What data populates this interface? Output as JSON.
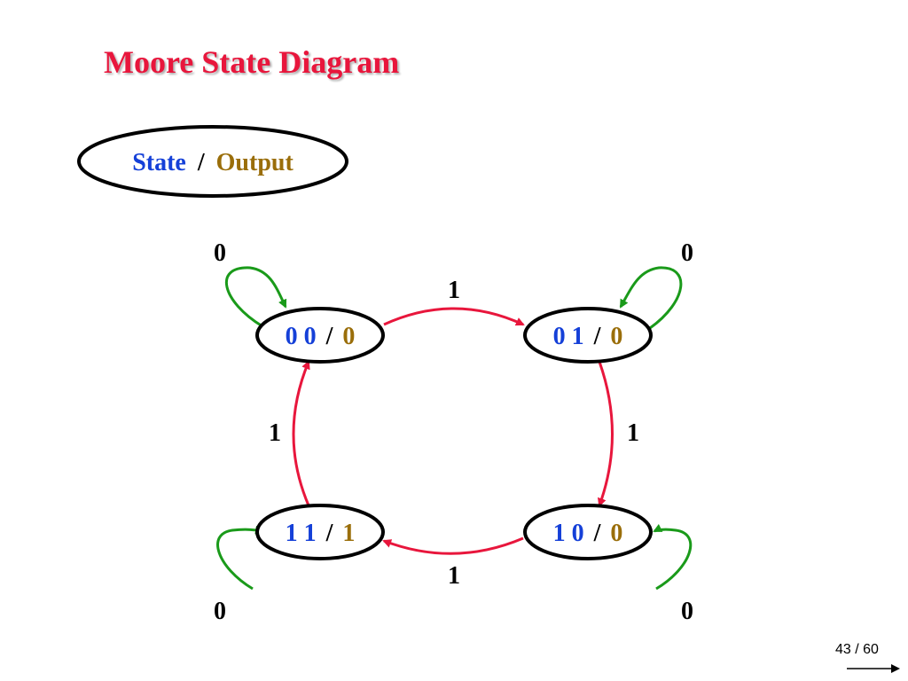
{
  "title": "Moore State Diagram",
  "legend": {
    "state": "State",
    "sep": "/",
    "output": "Output"
  },
  "states": [
    {
      "id": "s00",
      "state": "0 0",
      "output": "0"
    },
    {
      "id": "s01",
      "state": "0 1",
      "output": "0"
    },
    {
      "id": "s10",
      "state": "1 0",
      "output": "0"
    },
    {
      "id": "s11",
      "state": "1 1",
      "output": "1"
    }
  ],
  "transitions": [
    {
      "from": "0 0",
      "to": "0 1",
      "input": "1"
    },
    {
      "from": "0 1",
      "to": "1 0",
      "input": "1"
    },
    {
      "from": "1 0",
      "to": "1 1",
      "input": "1"
    },
    {
      "from": "1 1",
      "to": "0 0",
      "input": "1"
    },
    {
      "from": "0 0",
      "to": "0 0",
      "input": "0"
    },
    {
      "from": "0 1",
      "to": "0 1",
      "input": "0"
    },
    {
      "from": "1 0",
      "to": "1 0",
      "input": "0"
    },
    {
      "from": "1 1",
      "to": "1 1",
      "input": "0"
    }
  ],
  "colors": {
    "title": "#e8163c",
    "state": "#1540d8",
    "output": "#9a6e0a",
    "transition_one": "#e8163c",
    "transition_zero": "#1a9a1a"
  },
  "page": {
    "number": "43 / 60"
  }
}
